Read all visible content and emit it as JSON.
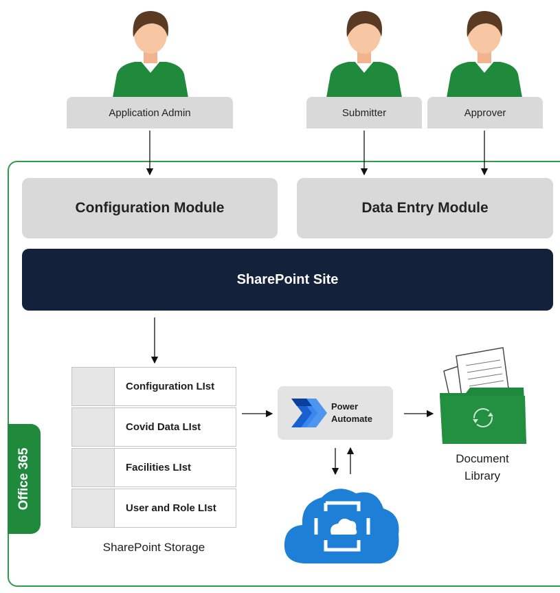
{
  "roles": {
    "admin": "Application Admin",
    "submitter": "Submitter",
    "approver": "Approver"
  },
  "modules": {
    "configuration": "Configuration Module",
    "data_entry": "Data Entry Module"
  },
  "sharepoint_site": "SharePoint Site",
  "storage": {
    "lists": [
      "Configuration LIst",
      "Covid Data LIst",
      "Facilities LIst",
      "User and Role LIst"
    ],
    "caption": "SharePoint Storage"
  },
  "power_automate": {
    "line1": "Power",
    "line2": "Automate"
  },
  "document_library": {
    "line1": "Document",
    "line2": "Library"
  },
  "office_label": "Office 365",
  "colors": {
    "frame_green": "#2e9b4a",
    "office_tab": "#1f8a3c",
    "sharepoint_bar": "#14213a",
    "module_gray": "#d9d9d9",
    "person_shirt": "#1f8a3c",
    "cloud_blue": "#1e7fd6"
  }
}
